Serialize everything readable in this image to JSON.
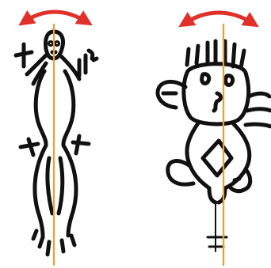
{
  "colors": {
    "background": "#ffffff",
    "figure_stroke": "#111111",
    "symmetry_axis": "#f0a030",
    "rotation_arrow": "#e0302a"
  },
  "figures": [
    {
      "name": "left-glyph-figure",
      "axis_icon": "symmetry-axis-line",
      "arrow_icon": "double-headed-curved-arrow"
    },
    {
      "name": "right-glyph-figure",
      "axis_icon": "symmetry-axis-line",
      "arrow_icon": "double-headed-curved-arrow"
    }
  ]
}
